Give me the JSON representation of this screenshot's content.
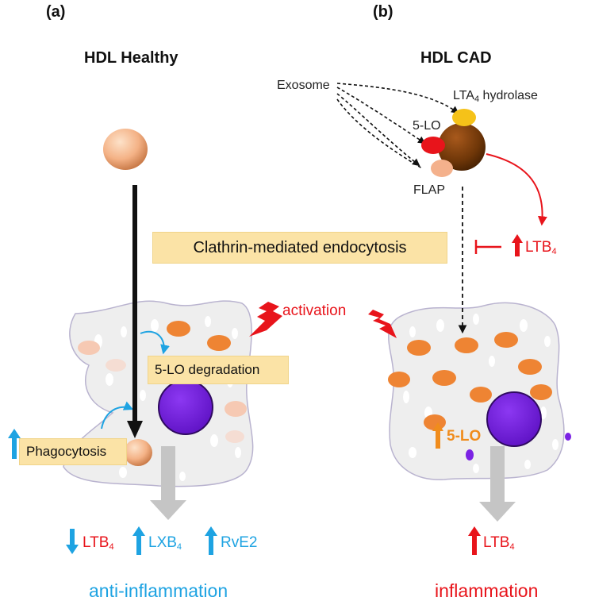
{
  "panels": {
    "a": {
      "label": "(a)",
      "title": "HDL Healthy",
      "boxes": {
        "degradation": "5-LO degradation",
        "phagocytosis": "Phagocytosis"
      },
      "mediators": [
        {
          "name": "LTB",
          "sub": "4",
          "direction": "down",
          "color": "#e8141b"
        },
        {
          "name": "LXB",
          "sub": "4",
          "direction": "up",
          "color": "#1ea3e2"
        },
        {
          "name": "RvE2",
          "sub": "",
          "direction": "up",
          "color": "#1ea3e2"
        }
      ],
      "outcome": "anti-inflammation"
    },
    "b": {
      "label": "(b)",
      "title": "HDL CAD",
      "exosome": "Exosome",
      "lta4_hydrolase": {
        "prefix": "LTA",
        "sub": "4",
        "suffix": " hydrolase"
      },
      "five_lo": "5-LO",
      "flap": "FLAP",
      "inhibit": {
        "name": "LTB",
        "sub": "4"
      },
      "cell_5lo": "5-LO",
      "mediator": {
        "name": "LTB",
        "sub": "4"
      },
      "outcome": "inflammation"
    }
  },
  "shared": {
    "endocytosis": "Clathrin-mediated endocytosis",
    "activation": "activation"
  },
  "colors": {
    "box_fill": "#fbe3a6",
    "cell_fill": "#eeeeee",
    "nucleus": "#7b22e4",
    "granule": "#ee8433",
    "blue": "#1ea3e2",
    "red": "#e8141b",
    "hdl_particle": "#f3b283"
  },
  "icons": [
    "up-arrow-icon",
    "down-arrow-icon",
    "lightning-bolt-icon",
    "inhibit-icon"
  ]
}
